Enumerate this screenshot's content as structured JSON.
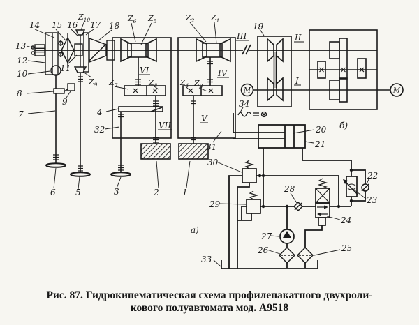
{
  "figure": {
    "caption_line1": "Рис. 87. Гидрокинематическая схема профиленакатного двухроли-",
    "caption_line2": "кового полуавтомата мод. А9518"
  },
  "labels": {
    "n1": "1",
    "n2": "2",
    "n3": "3",
    "n4": "4",
    "n5": "5",
    "n6": "6",
    "n7": "7",
    "n8": "8",
    "n9": "9",
    "n10": "10",
    "n11": "11",
    "n12": "12",
    "n13": "13",
    "n14": "14",
    "n15": "15",
    "n16": "16",
    "n17": "17",
    "n18": "18",
    "n19": "19",
    "n20": "20",
    "n21": "21",
    "n22": "22",
    "n23": "23",
    "n24": "24",
    "n25": "25",
    "n26": "26",
    "n27": "27",
    "n28": "28",
    "n29": "29",
    "n30": "30",
    "n31": "31",
    "n32": "32",
    "n33": "33",
    "n34": "34",
    "z1": {
      "m": "Z",
      "s": "1"
    },
    "z2": {
      "m": "Z",
      "s": "2"
    },
    "z3": {
      "m": "Z",
      "s": "3"
    },
    "z4": {
      "m": "Z",
      "s": "4"
    },
    "z5": {
      "m": "Z",
      "s": "5"
    },
    "z6": {
      "m": "Z",
      "s": "6"
    },
    "z7": {
      "m": "Z",
      "s": "7"
    },
    "z8": {
      "m": "Z",
      "s": "8"
    },
    "z9": {
      "m": "Z",
      "s": "9"
    },
    "z10": {
      "m": "Z",
      "s": "10"
    },
    "shaft_i": "I",
    "shaft_ii": "II",
    "shaft_iii": "III",
    "shaft_iv": "IV",
    "shaft_v": "V",
    "shaft_vi": "VI",
    "shaft_vii": "VII",
    "view_a": "а)",
    "view_b": "б)",
    "motor": "М"
  }
}
